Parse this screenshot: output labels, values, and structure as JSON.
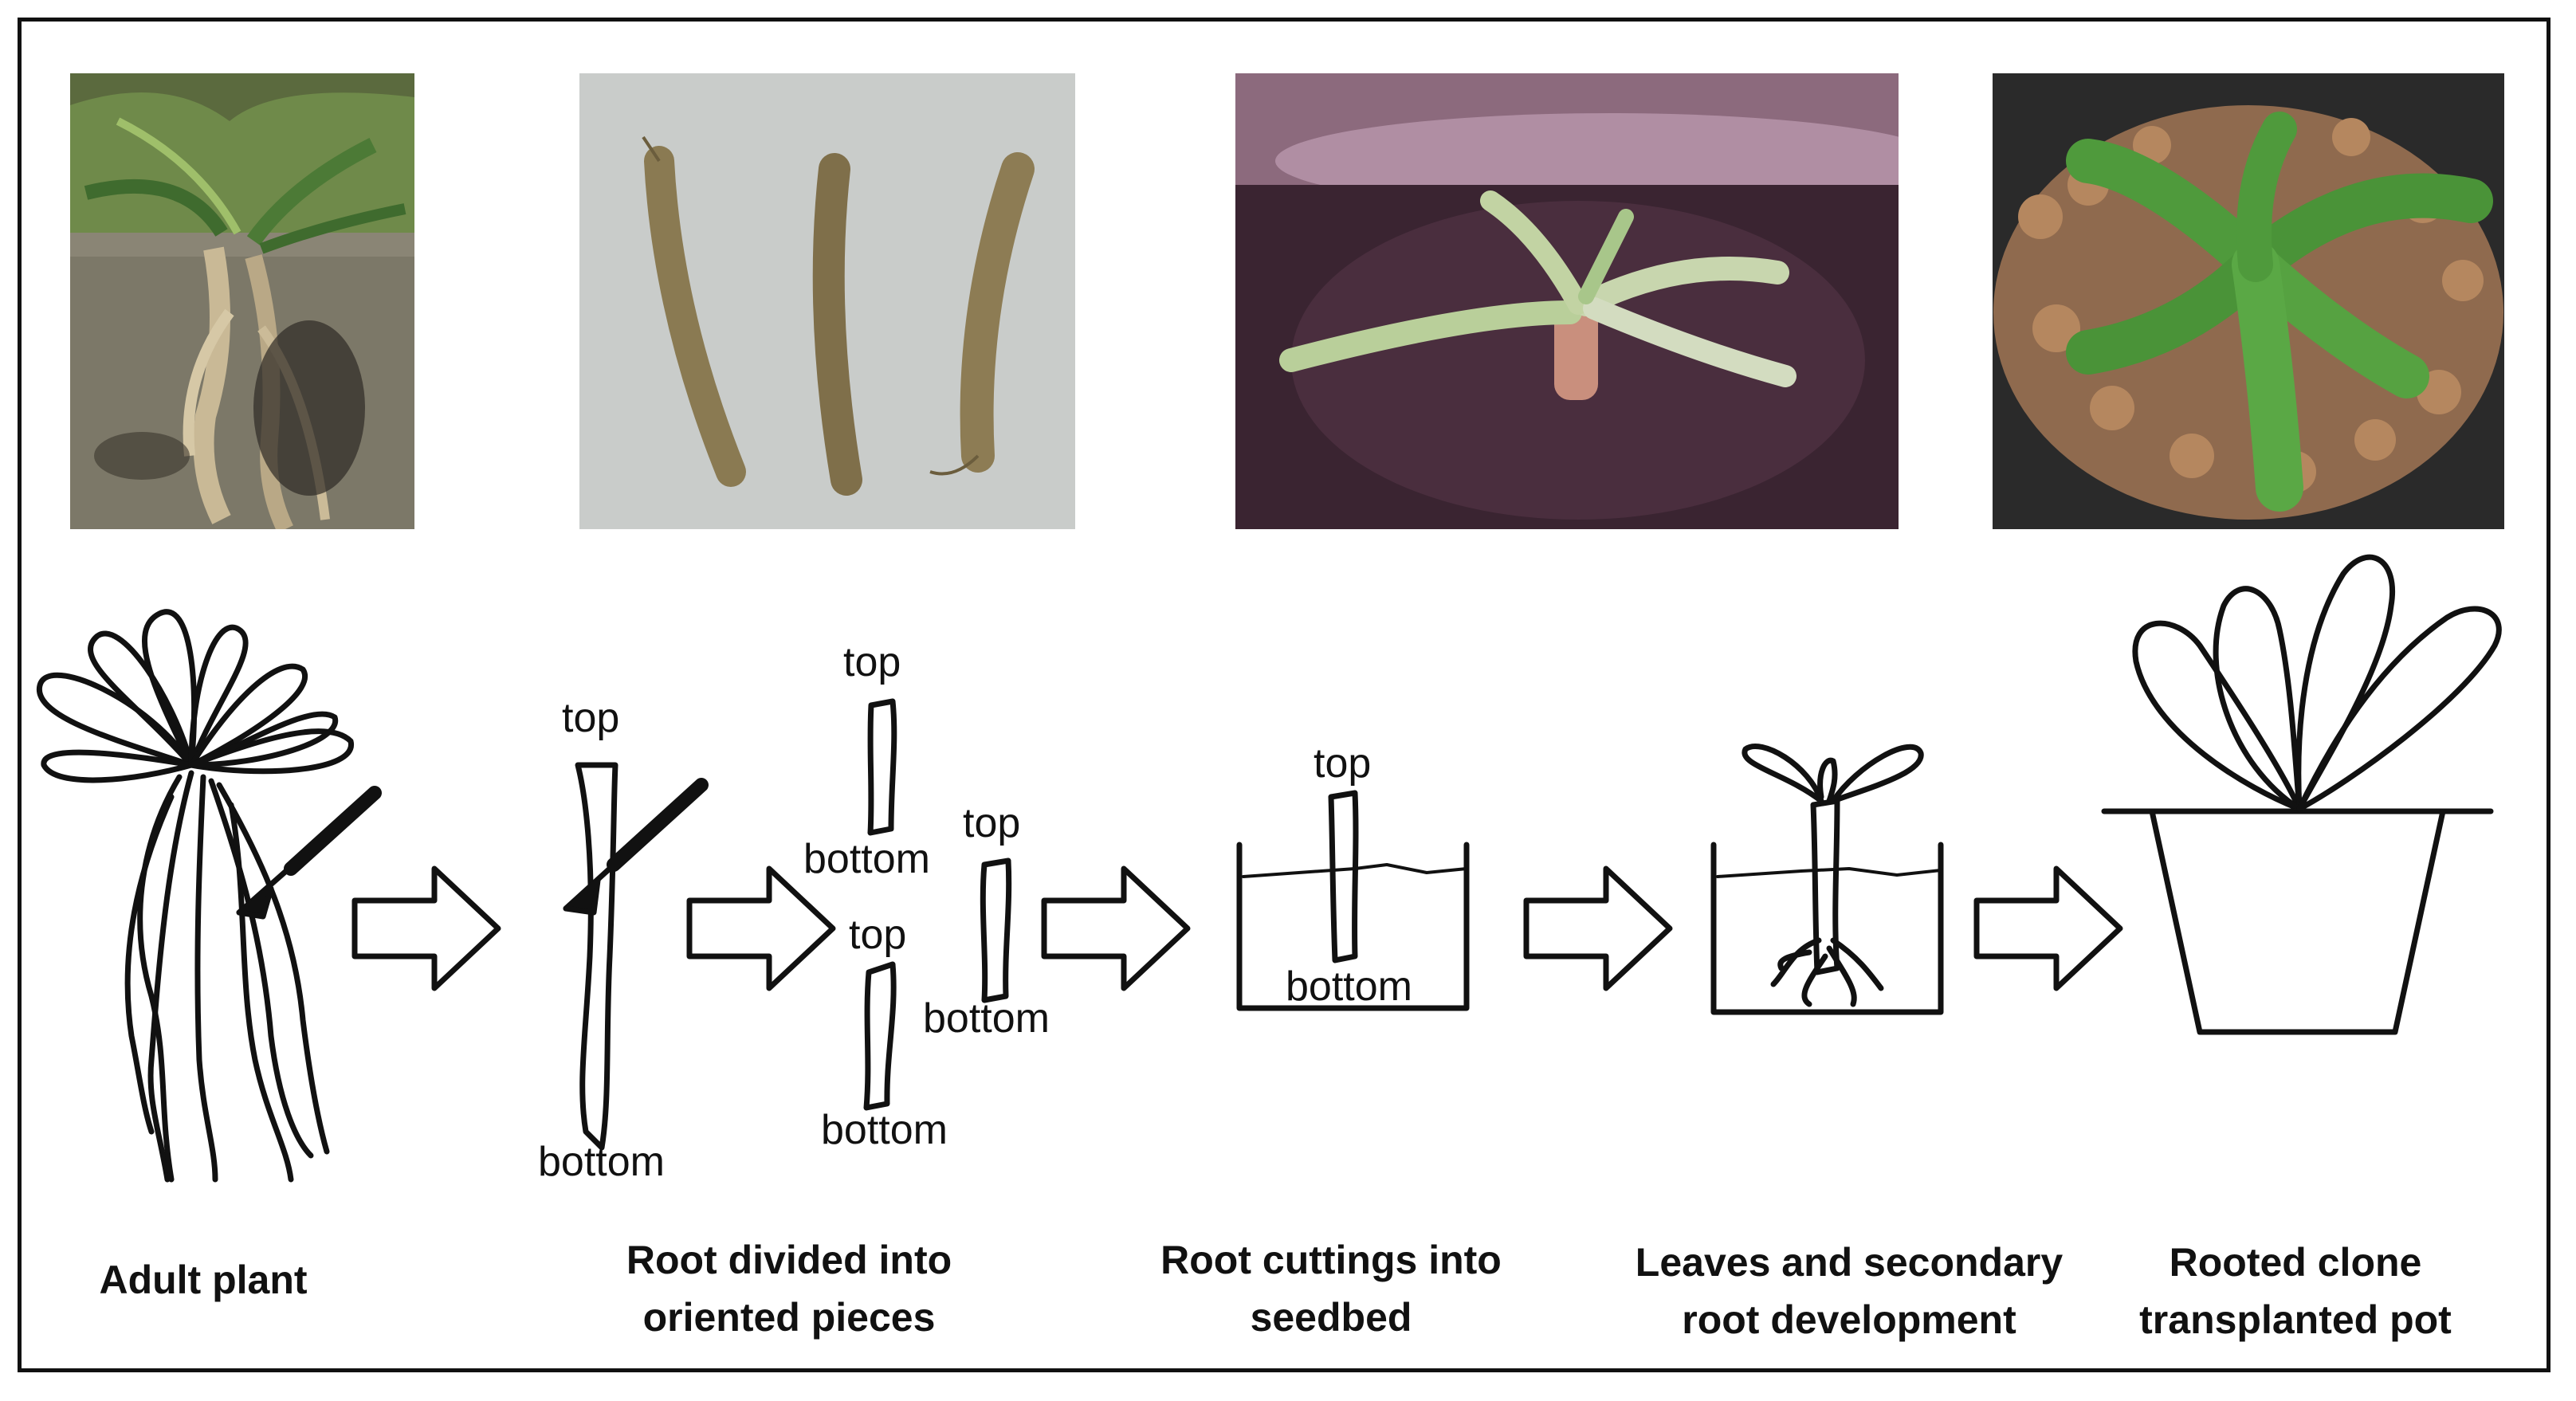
{
  "photos": [
    {
      "id": "photo-adult-plant",
      "subject": "adult plant with roots exposed in soil"
    },
    {
      "id": "photo-root-pieces",
      "subject": "three root pieces on white surface"
    },
    {
      "id": "photo-cutting-seedbed",
      "subject": "sprouting root cutting in dark substrate"
    },
    {
      "id": "photo-rooted-clone",
      "subject": "rosette plant in pot with clay pebbles"
    }
  ],
  "labels": {
    "top": "top",
    "bottom": "bottom"
  },
  "steps": [
    {
      "line1": "Adult plant",
      "line2": ""
    },
    {
      "line1": "Root divided into",
      "line2": "oriented pieces"
    },
    {
      "line1": "Root cuttings into",
      "line2": "seedbed"
    },
    {
      "line1": "Leaves and secondary",
      "line2": "root development"
    },
    {
      "line1": "Rooted clone",
      "line2": "transplanted pot"
    }
  ],
  "colors": {
    "ink": "#111111",
    "frame": "#111111",
    "soil_dark": "#3a2a33",
    "leaf_green": "#3f8f3a",
    "root_tan": "#9b8355"
  }
}
